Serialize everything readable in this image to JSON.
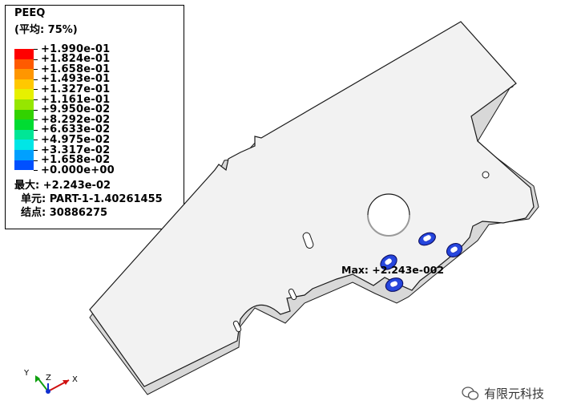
{
  "legend": {
    "variable": "PEEQ",
    "averaging": "(平均: 75%)",
    "levels": [
      {
        "label": "+1.990e-01",
        "color": "#ff0000"
      },
      {
        "label": "+1.824e-01",
        "color": "#ff5a00"
      },
      {
        "label": "+1.658e-01",
        "color": "#ff9600"
      },
      {
        "label": "+1.493e-01",
        "color": "#ffc800"
      },
      {
        "label": "+1.327e-01",
        "color": "#e6f000"
      },
      {
        "label": "+1.161e-01",
        "color": "#96e600"
      },
      {
        "label": "+9.950e-02",
        "color": "#32d200"
      },
      {
        "label": "+8.292e-02",
        "color": "#00dc32"
      },
      {
        "label": "+6.633e-02",
        "color": "#00e696"
      },
      {
        "label": "+4.975e-02",
        "color": "#00e6e6"
      },
      {
        "label": "+3.317e-02",
        "color": "#00a0ff"
      },
      {
        "label": "+1.658e-02",
        "color": "#0050ff"
      },
      {
        "label": "+0.000e+00",
        "color": "#0000dc"
      }
    ],
    "max_line": "最大: +2.243e-02",
    "element_line": "单元: PART-1-1.40261455",
    "node_line": "结点: 30886275"
  },
  "annotation": {
    "max_label": "Max: +2.243e-002"
  },
  "triad": {
    "y": "Y",
    "z": "Z",
    "x": "X"
  },
  "watermark": {
    "text": "有限元科技"
  },
  "colors": {
    "part_fill": "#f2f2f2",
    "part_edge": "#1a1a1a",
    "hotspot": "#1f3fd8"
  }
}
